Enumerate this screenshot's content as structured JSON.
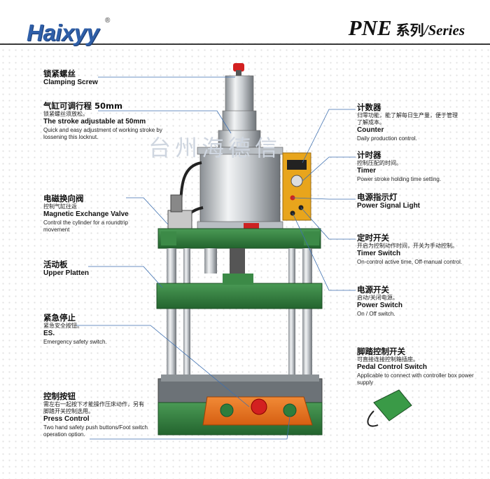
{
  "header": {
    "logo": "Haixyy",
    "logo_mark": "®",
    "series_model": "PNE",
    "series_zh": "系列",
    "series_en": "/Series"
  },
  "watermark": "台州海德信",
  "left_labels": [
    {
      "zh": "锁紧螺丝",
      "en": "Clamping Screw"
    },
    {
      "zh": "气缸可调行程 50mm",
      "zh_sub": "锁紧螺丝须放松。",
      "en": "The stroke adjustable at 50mm",
      "en_sub": "Quick and easy adjustment of working stroke by lossening this locknut."
    },
    {
      "zh": "电磁换向阀",
      "zh_sub": "控制气缸往返",
      "en": "Magnetic Exchange Valve",
      "en_sub": "Control  the cylinder for a roundtrip movement"
    },
    {
      "zh": "活动板",
      "en": "Upper Platten"
    },
    {
      "zh": "紧急停止",
      "zh_sub": "紧急安全按钮。",
      "en": "ES.",
      "en_sub": "Emergency safety switch."
    },
    {
      "zh": "控制按钮",
      "zh_sub": "需左右一起按下才能操作压床动作，另有脚踏开关控制选用。",
      "en": "Press Control",
      "en_sub": "Two hand safety push buttons/Foot switch operation option."
    }
  ],
  "right_labels": [
    {
      "zh": "计数器",
      "zh_sub": "归零功能，能了解每日生产量，便于管理了解成本。",
      "en": "Counter",
      "en_sub": "Daily production control."
    },
    {
      "zh": "计时器",
      "zh_sub": "控制压配的时间。",
      "en": "Timer",
      "en_sub": "Power stroke holding time setting."
    },
    {
      "zh": "电源指示灯",
      "en": "Power Signal Light"
    },
    {
      "zh": "定时开关",
      "zh_sub": "开启为控制动作时间，开关为手动控制。",
      "en": "Timer Switch",
      "en_sub": "On-control active time, Off-manual control."
    },
    {
      "zh": "电源开关",
      "zh_sub": "启动/关闭电源。",
      "en": "Power Switch",
      "en_sub": "On / Off switch."
    },
    {
      "zh": "脚踏控制开关",
      "zh_sub": "可直接连接控制箱插座。",
      "en": "Pedal Control Switch",
      "en_sub": "Applicable to connect with controller box power supply"
    }
  ],
  "colors": {
    "frame_green": "#2f7d3c",
    "control_orange": "#e8731f",
    "logo_blue": "#2f5fa8",
    "leader_blue": "#3d6fb0",
    "box_yellow": "#e8a51c"
  }
}
